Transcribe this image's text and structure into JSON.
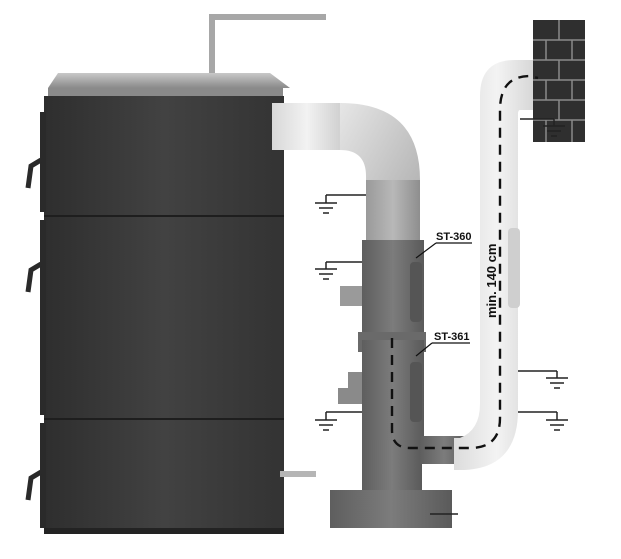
{
  "labels": {
    "part_upper": "ST-360",
    "part_lower": "ST-361",
    "min_height": "min. 140 cm"
  },
  "colors": {
    "boiler_body": "#3b3b3b",
    "boiler_top": "#9e9e9e",
    "pipe_light": "#e4e4e4",
    "pipe_mid": "#a9a9a9",
    "pipe_dark": "#707070",
    "chimney_brick": "#333333",
    "ground_line": "#222222"
  }
}
